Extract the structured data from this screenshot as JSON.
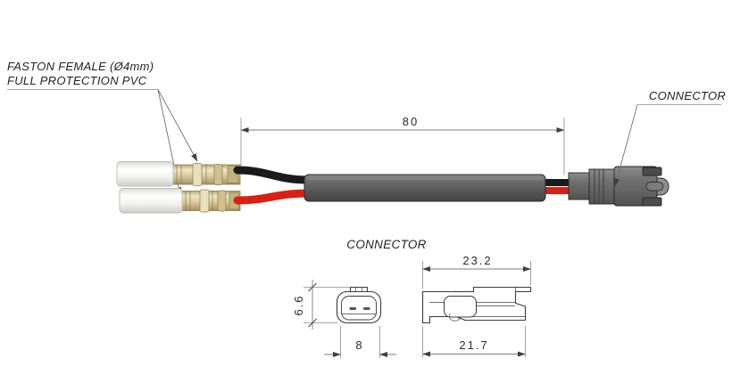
{
  "labels": {
    "faston_label_line1": "FASTON FEMALE (Ø4mm)",
    "faston_label_line2": "FULL PROTECTION PVC",
    "connector_callout": "CONNECTOR",
    "connector_detail_title": "CONNECTOR"
  },
  "dimensions": {
    "cable_length": "80",
    "front_view_height": "6.6",
    "front_view_width": "8",
    "side_view_overall_width": "23.2",
    "side_view_body_width": "21.7"
  },
  "parts": {
    "wire_top": "black wire",
    "wire_bottom": "red wire",
    "sleeve": "white PVC full-protection sleeve",
    "terminal": "brass faston female terminal",
    "sheath": "gray cable sheath",
    "connector": "2-pin gray connector"
  },
  "colors": {
    "wire_black": "#1b1b1b",
    "wire_red": "#d92015",
    "sheath_gray": "#5e5e5e",
    "connector_gray": "#707070",
    "connector_dark": "#4c4c4c",
    "connector_nose": "#8f8f8f",
    "terminal_brass": "#d7c79b",
    "sleeve_white": "#f4f4f1",
    "line": "#3a3a3a"
  }
}
